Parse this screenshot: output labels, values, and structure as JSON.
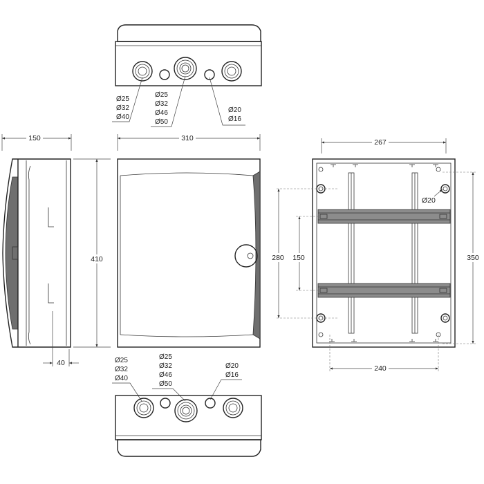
{
  "top_view": {
    "labels_left": [
      "Ø25",
      "Ø32",
      "Ø40"
    ],
    "labels_mid": [
      "Ø25",
      "Ø32",
      "Ø46",
      "Ø50"
    ],
    "labels_right": [
      "Ø20",
      "Ø16"
    ]
  },
  "bottom_view": {
    "labels_left": [
      "Ø25",
      "Ø32",
      "Ø40"
    ],
    "labels_mid": [
      "Ø25",
      "Ø32",
      "Ø46",
      "Ø50"
    ],
    "labels_right": [
      "Ø20",
      "Ø16"
    ]
  },
  "side_view": {
    "depth": "150",
    "height": "410",
    "door_offset": "40"
  },
  "front_view": {
    "width": "310"
  },
  "back_view": {
    "width": "267",
    "rail_spacing_outer": "280",
    "rail_spacing_inner": "150",
    "hole_spacing_vertical": "350",
    "hole_spacing_horizontal": "240",
    "hole_diameter": "Ø20"
  }
}
